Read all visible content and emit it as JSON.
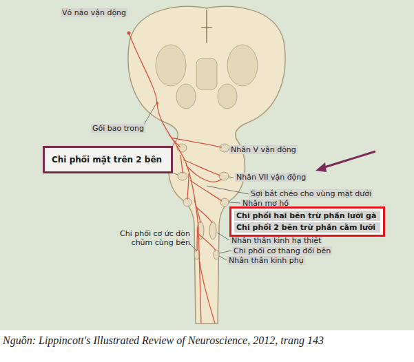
{
  "diagram": {
    "caption": "Nguồn: Lippincott's Illustrated Review of Neuroscience, 2012, trang 143",
    "nodes": [
      {
        "text": [
          "Chi phối mặt trên 2 bên"
        ]
      },
      {
        "text": [
          "Chi phối hai bên trừ phần lưỡi gà",
          "Chi phối 2 bên trừ phần cằm lưỡi"
        ]
      }
    ],
    "labels": [
      "Vỏ não vận động",
      "Gối bao trong",
      "Nhân V vận động",
      "Nhân VII vận động",
      "Sợi bắt chéo cho vùng mặt dưới",
      "Nhân mơ hồ",
      "Chi phối cơ ức đòn chũm cùng bên",
      "Nhân thần kinh hạ thiệt",
      "Chi phối cơ thang đối bên",
      "Nhân thần kinh phụ"
    ]
  }
}
